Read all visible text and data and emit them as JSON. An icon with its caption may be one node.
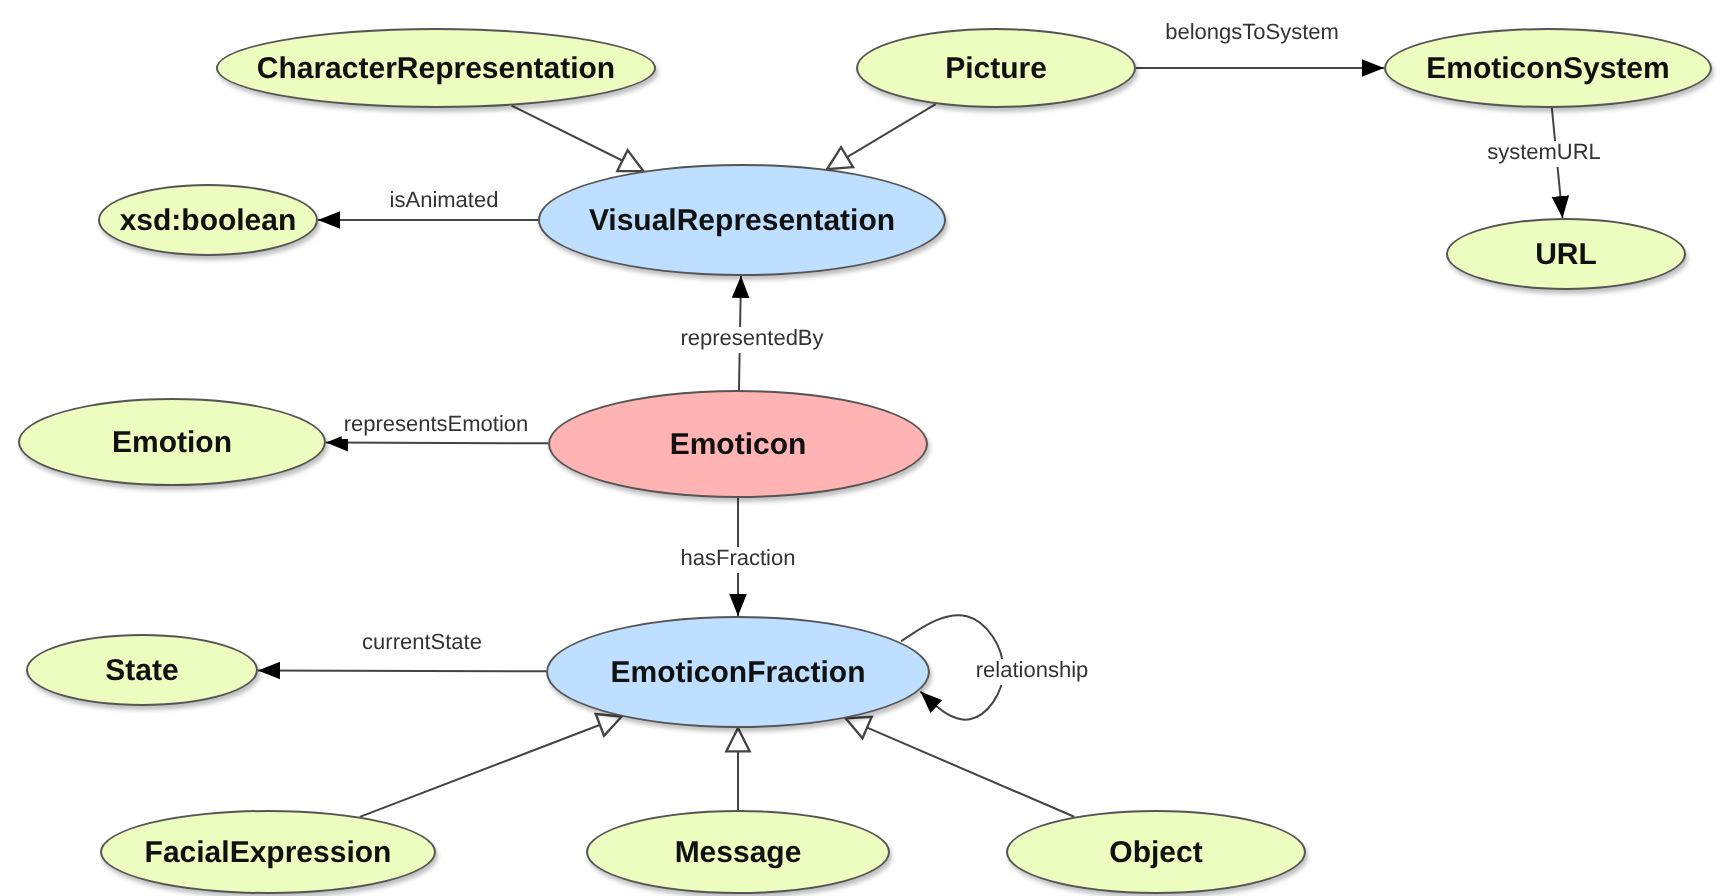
{
  "diagram": {
    "nodes": [
      {
        "text": [
          "CharacterRepresentation"
        ]
      },
      {
        "text": [
          "Picture"
        ]
      },
      {
        "text": [
          "EmoticonSystem"
        ]
      },
      {
        "text": [
          "xsd:boolean"
        ]
      },
      {
        "text": [
          "VisualRepresentation"
        ]
      },
      {
        "text": [
          "URL"
        ]
      },
      {
        "text": [
          "Emotion"
        ]
      },
      {
        "text": [
          "Emoticon"
        ]
      },
      {
        "text": [
          "State"
        ]
      },
      {
        "text": [
          "EmoticonFraction"
        ]
      },
      {
        "text": [
          "FacialExpression"
        ]
      },
      {
        "text": [
          "Message"
        ]
      },
      {
        "text": [
          "Object"
        ]
      }
    ],
    "edges": [
      {
        "from": 0,
        "to": 4,
        "arrow": "to"
      },
      {
        "from": 1,
        "to": 4,
        "arrow": "to"
      },
      {
        "from": 1,
        "to": 2,
        "arrow": "to",
        "label": "belongsToSystem"
      },
      {
        "from": 2,
        "to": 5,
        "arrow": "to",
        "label": "systemURL"
      },
      {
        "from": 4,
        "to": 3,
        "arrow": "to",
        "label": "isAnimated"
      },
      {
        "from": 7,
        "to": 4,
        "arrow": "to",
        "label": "representedBy"
      },
      {
        "from": 7,
        "to": 6,
        "arrow": "to",
        "label": "representsEmotion"
      },
      {
        "from": 7,
        "to": 9,
        "arrow": "to",
        "label": "hasFraction"
      },
      {
        "from": 9,
        "to": 8,
        "arrow": "to",
        "label": "currentState"
      },
      {
        "from": 9,
        "to": 9,
        "arrow": "to",
        "label": "relationship"
      },
      {
        "from": 10,
        "to": 9,
        "arrow": "to"
      },
      {
        "from": 11,
        "to": 9,
        "arrow": "to"
      },
      {
        "from": 12,
        "to": 9,
        "arrow": "to"
      }
    ]
  }
}
